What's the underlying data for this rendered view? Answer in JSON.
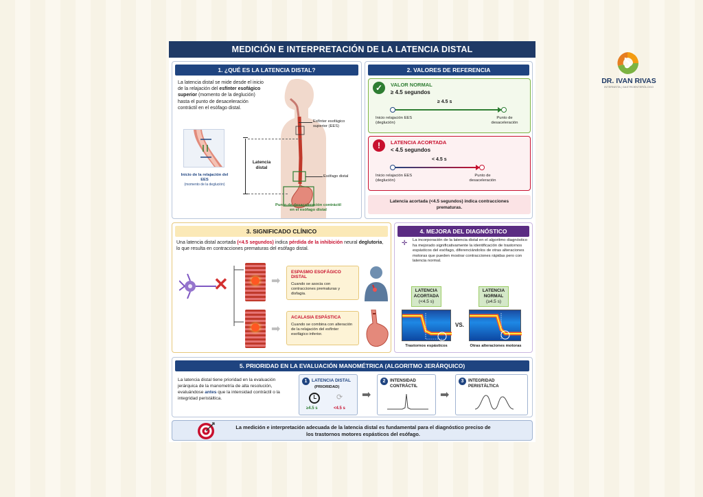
{
  "brand": {
    "name": "DR. IVAN RIVAS",
    "tagline": "INTERNISTA | GASTROENTERÓLOGO",
    "colors": {
      "orange": "#f39c12",
      "green": "#7cb342",
      "navy": "#1f3a66"
    }
  },
  "title": "MEDICIÓN E INTERPRETACIÓN DE LA LATENCIA DISTAL",
  "sec1": {
    "heading": "1. ¿QUÉ ES LA LATENCIA DISTAL?",
    "text_a": "La latencia distal se mide desde el inicio de la relajación del ",
    "text_b": "esfínter",
    "text_c": "esofágico superior",
    "text_d": " (momento de la deglución) hasta el punto de desaceleración contráctil en el esófago distal.",
    "label_ees": "Esfínter esofágico superior (EES)",
    "label_distal": "Esófago distal",
    "label_latency": "Latencia distal",
    "inset_caption_1": "Inicio de la relajación del EES",
    "inset_caption_2": "(momento de la deglución)",
    "bottom_caption": "Punto de desaceleración contráctil en el esófago distal"
  },
  "sec2": {
    "heading": "2. VALORES DE REFERENCIA",
    "normal": {
      "title": "VALOR NORMAL",
      "value": "≥ 4.5 segundos",
      "arrow_label": "≥ 4.5 s",
      "start": "Inicio relajación EES (deglución)",
      "end": "Punto de desaceleración"
    },
    "short": {
      "title": "LATENCIA ACORTADA",
      "value": "< 4.5 segundos",
      "arrow_label": "< 4.5 s",
      "start": "Inicio relajación EES (deglución)",
      "end": "Punto de desaceleración"
    },
    "note": "Latencia acortada (<4.5 segundos) indica contracciones prematuras."
  },
  "sec3": {
    "heading": "3. SIGNIFICADO CLÍNICO",
    "intro_a": "Una latencia distal acortada ",
    "intro_b": "(<4.5 segundos)",
    "intro_c": " indica ",
    "intro_d": "pérdida de la inhibición",
    "intro_e": " neural ",
    "intro_f": "deglutoria",
    "intro_g": ", lo que resulta en contracciones prematuras del esófago distal.",
    "card1_title": "ESPASMO ESOFÁGICO DISTAL",
    "card1_text": "Cuando se asocia con contracciones prematuras y disfagia.",
    "card2_title": "ACALASIA ESPÁSTICA",
    "card2_text": "Cuando se combina con alteración de la relajación del esfínter esofágico inferior."
  },
  "sec4": {
    "heading": "4. MEJORA DEL DIAGNÓSTICO",
    "text": "La incorporación de la latencia distal en el algoritmo diagnóstico ha mejorado significativamente la identificación de trastornos espásticos del esófago, diferenciándolos de otras alteraciones motoras que pueden mostrar contracciones rápidas pero con latencia normal.",
    "left_label_1": "LATENCIA",
    "left_label_2": "ACORTADA",
    "left_label_3": "(<4.5 s)",
    "right_label_1": "LATENCIA",
    "right_label_2": "NORMAL",
    "right_label_3": "(≥4.5 s)",
    "vs": "VS.",
    "left_caption": "Trastornos espásticos",
    "right_caption": "Otras alteraciones motoras"
  },
  "sec5": {
    "heading": "5. PRIORIDAD EN LA EVALUACIÓN MANOMÉTRICA (ALGORITMO JERÁRQUICO)",
    "text_a": "La latencia distal tiene prioridad en la evaluación jerárquica de la manometría de alta resolución, evaluándose ",
    "text_b": "antes",
    "text_c": " que la intensidad contráctil o la integridad peristáltica.",
    "step1_num": "1",
    "step1_title": "LATENCIA DISTAL",
    "step1_sub": "(PRIORIDAD)",
    "step1_ok": "≥4.5 s",
    "step1_bad": "<4.5 s",
    "step2_num": "2",
    "step2_title": "INTENSIDAD CONTRÁCTIL",
    "step3_num": "3",
    "step3_title": "INTEGRIDAD PERISTÁLTICA"
  },
  "conclusion": "La medición e interpretación adecuada de la latencia distal es fundamental para el diagnóstico preciso de los trastornos motores espásticos del esófago."
}
